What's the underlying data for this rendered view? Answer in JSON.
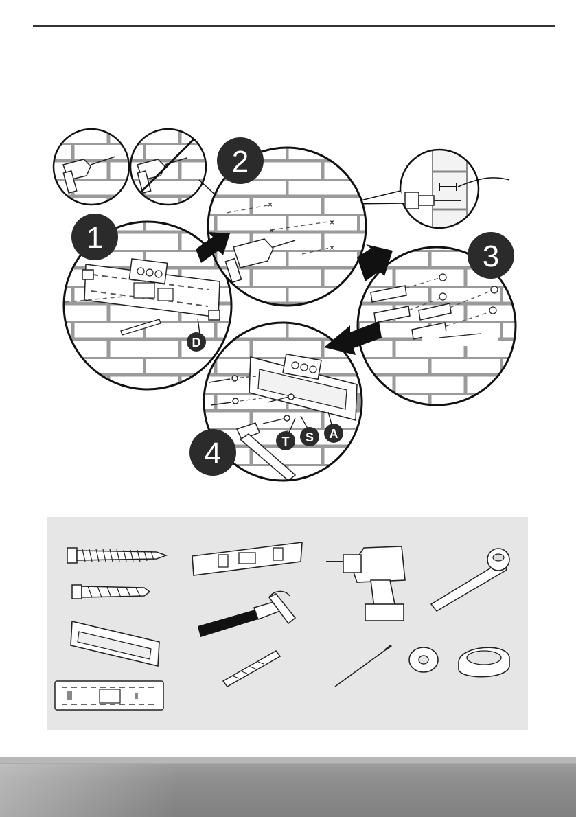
{
  "steps": [
    {
      "number": "1"
    },
    {
      "number": "2"
    },
    {
      "number": "3"
    },
    {
      "number": "4"
    }
  ],
  "part_labels": {
    "d": "D",
    "t": "T",
    "s": "S",
    "a": "A"
  },
  "icons": [
    "drill-through-mortar-icon",
    "drill-crossed-out-icon",
    "bit-depth-detail-icon",
    "lag-screw-icon",
    "wall-plug-icon",
    "wall-plate-icon",
    "drilling-template-icon",
    "spirit-level-icon",
    "hammer-icon",
    "drill-bit-icon",
    "power-drill-icon",
    "socket-wrench-icon",
    "pencil-icon",
    "washer-icon",
    "tape-icon"
  ],
  "colors": {
    "panel": "#e6e6e6",
    "badge": "#2b2b2b",
    "footer": "#8e8e8e"
  }
}
